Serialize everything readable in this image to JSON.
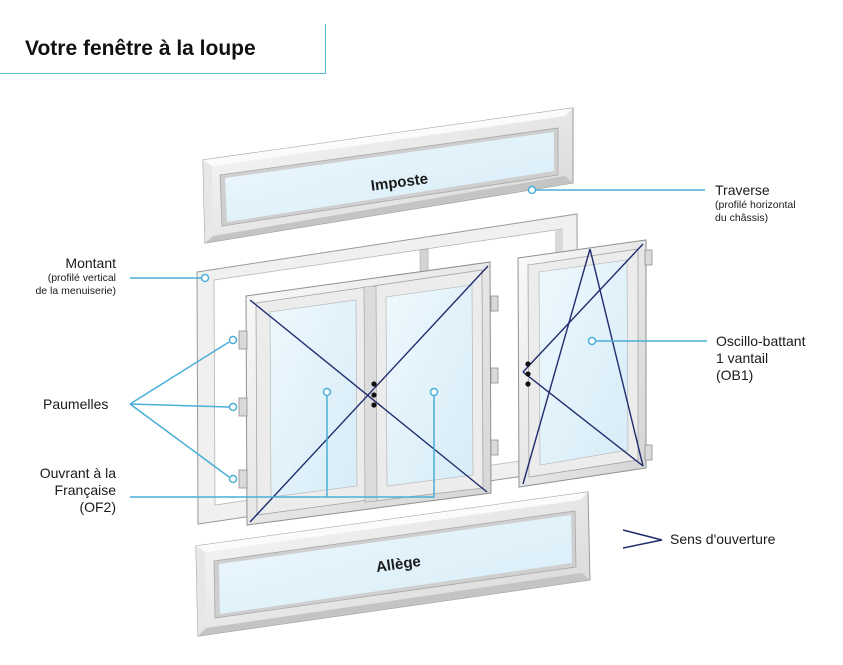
{
  "title": "Votre fenêtre à la loupe",
  "panels": {
    "imposte": "Imposte",
    "allege": "Allège"
  },
  "labels": {
    "traverse": {
      "main": "Traverse",
      "sub1": "(profilé horizontal",
      "sub2": "du châssis)"
    },
    "montant": {
      "main": "Montant",
      "sub1": "(profilé vertical",
      "sub2": "de la menuiserie)"
    },
    "paumelles": "Paumelles",
    "ouvrant": {
      "line1": "Ouvrant à la",
      "line2": "Française",
      "line3": "(OF2)"
    },
    "oscillo": {
      "line1": "Oscillo-battant",
      "line2": "1 vantail",
      "line3": "(OB1)"
    },
    "sens": "Sens d'ouverture"
  },
  "colors": {
    "accent": "#4aaed8",
    "opening_lines": "#1f2c6e",
    "frame_light": "#f1f1f1",
    "frame_mid": "#d9d9d9",
    "frame_dark": "#b8b8b8",
    "glass": "#e3f3fb"
  }
}
